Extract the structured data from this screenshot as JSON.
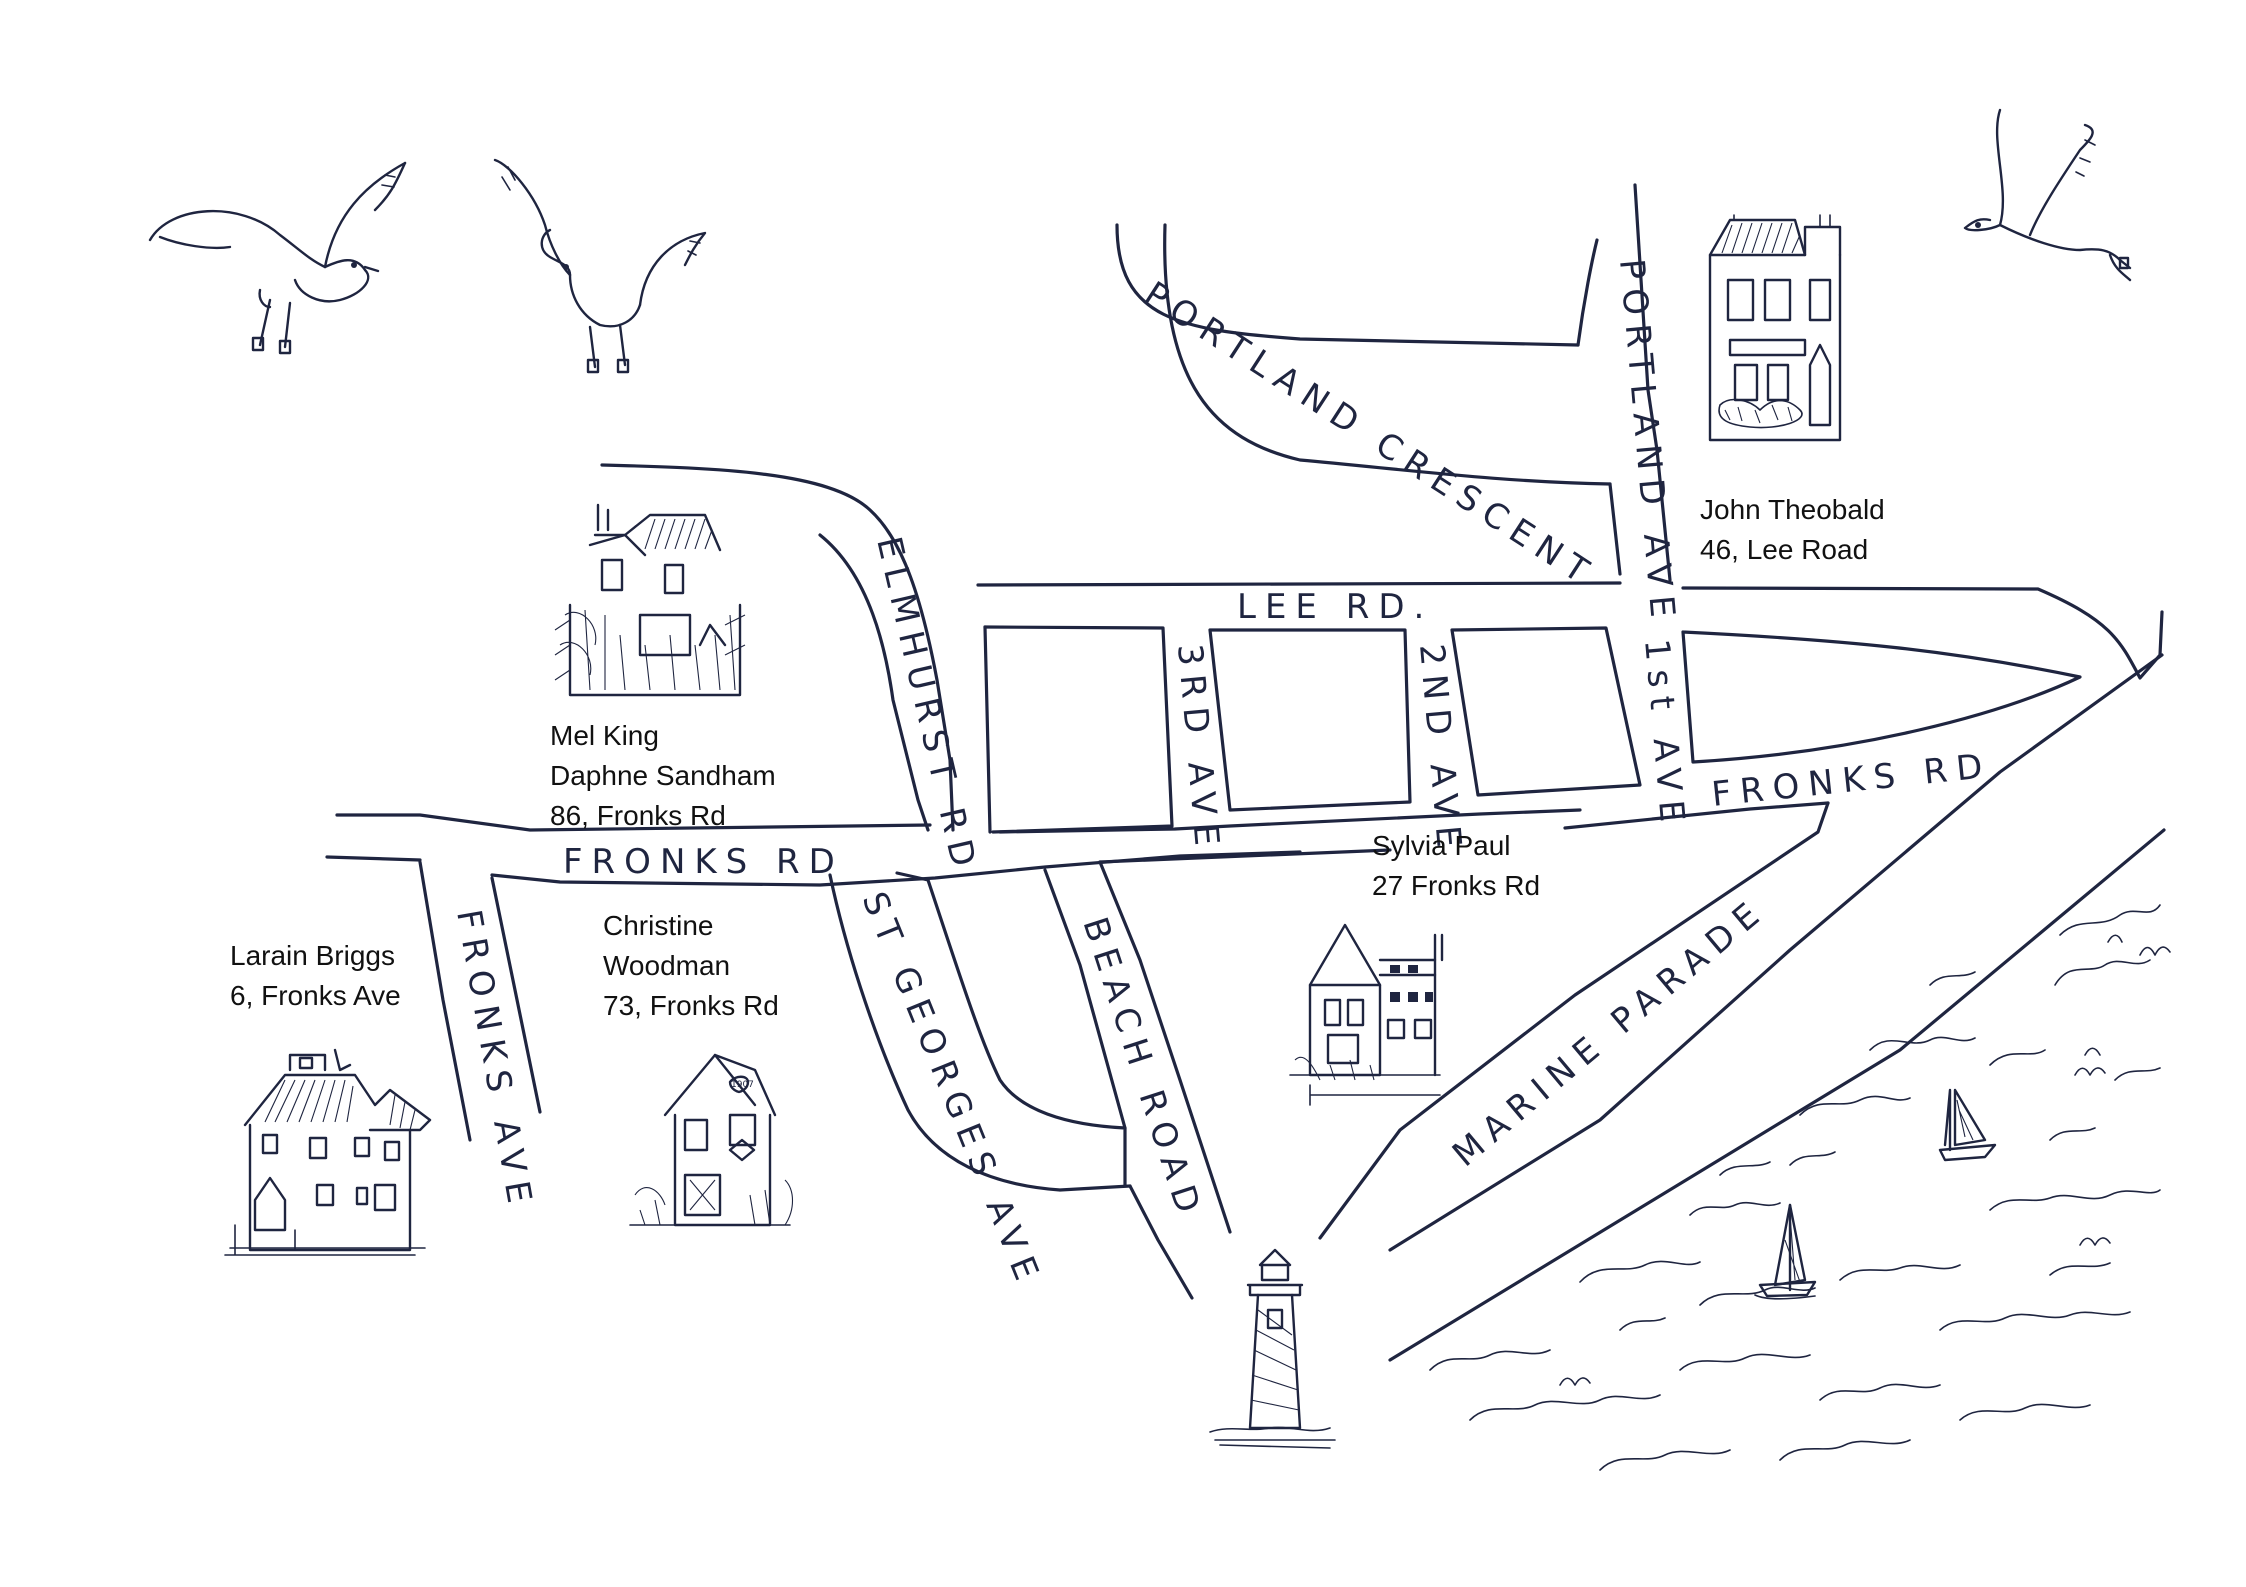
{
  "streets": {
    "portland_crescent": "PORTLAND CRESCENT",
    "portland_ave": "PORTLAND AVE",
    "lee_rd": "LEE RD.",
    "elmhurst_rd": "ELMHURST RD",
    "third_ave": "3RD AVE",
    "second_ave": "2ND AVE",
    "first_ave": "1st AVE",
    "fronks_rd_east": "FRONKS RD",
    "fronks_rd_west": "FRONKS RD",
    "fronks_ave": "FRONKS AVE",
    "st_georges_ave": "ST GEORGES AVE",
    "beach_road": "BEACH ROAD",
    "marine_parade": "MARINE PARADE"
  },
  "residents": [
    {
      "lines": [
        "John Theobald",
        "46, Lee Road"
      ]
    },
    {
      "lines": [
        "Mel King",
        "Daphne Sandham",
        "86, Fronks Rd"
      ]
    },
    {
      "lines": [
        "Sylvia Paul",
        "27 Fronks Rd"
      ]
    },
    {
      "lines": [
        "Larain Briggs",
        "6, Fronks Ave"
      ]
    },
    {
      "lines": [
        "Christine",
        "Woodman",
        "73, Fronks Rd"
      ]
    }
  ],
  "house_plaque": "1907",
  "colors": {
    "ink": "#1f2540",
    "text": "#111111",
    "paper": "#ffffff"
  },
  "icons": [
    "seagull-icon",
    "house-icon",
    "lighthouse-icon",
    "sailboat-icon",
    "wave-icon"
  ]
}
